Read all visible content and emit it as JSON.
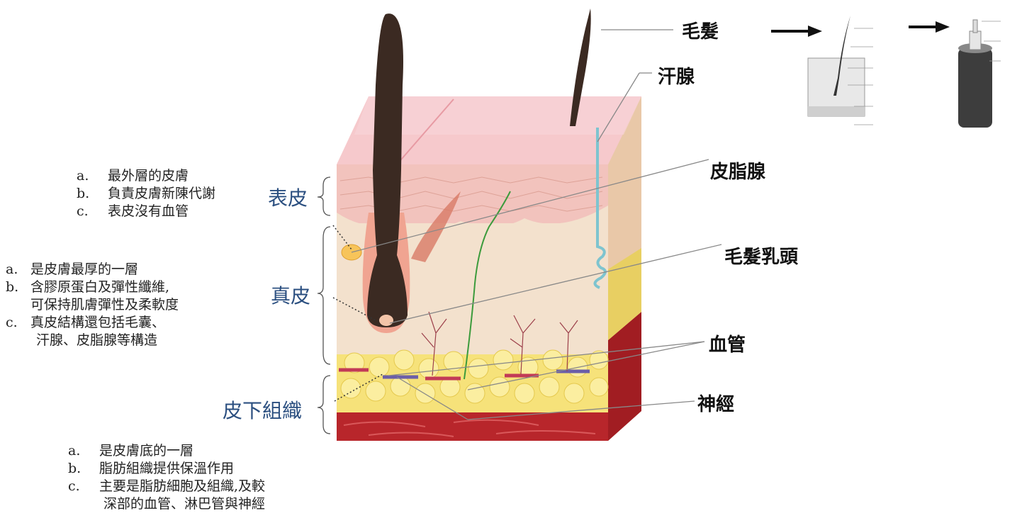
{
  "layers": {
    "epidermis": {
      "label": "表皮",
      "notes": [
        {
          "marker": "a.",
          "text": "最外層的皮膚"
        },
        {
          "marker": "b.",
          "text": "負責皮膚新陳代謝"
        },
        {
          "marker": "c.",
          "text": "表皮沒有血管"
        }
      ]
    },
    "dermis": {
      "label": "真皮",
      "notes": [
        {
          "marker": "a.",
          "text": "是皮膚最厚的一層"
        },
        {
          "marker": "b.",
          "text": "含膠原蛋白及彈性纖維,"
        },
        {
          "marker": "",
          "text": "可保持肌膚彈性及柔軟度"
        },
        {
          "marker": "c.",
          "text": "真皮結構還包括毛囊、"
        },
        {
          "marker": "",
          "text": "汗腺、皮脂腺等構造"
        }
      ]
    },
    "subcutaneous": {
      "label": "皮下組織",
      "notes": [
        {
          "marker": "a.",
          "text": "是皮膚底的一層"
        },
        {
          "marker": "b.",
          "text": "脂肪組織提供保溫作用"
        },
        {
          "marker": "c.",
          "text": "主要是脂肪細胞及組織,及較"
        },
        {
          "marker": "",
          "text": "深部的血管、淋巴管與神經"
        }
      ]
    }
  },
  "callouts": {
    "hair": "毛髮",
    "sweat_gland": "汗腺",
    "sebaceous_gland": "皮脂腺",
    "hair_papilla": "毛髮乳頭",
    "blood_vessel": "血管",
    "nerve": "神經"
  },
  "colors": {
    "layer_label": "#2b4f80",
    "epidermis_top": "#f6c9cc",
    "dermis": "#f3e1cd",
    "fat": "#f6e27a",
    "muscle": "#b8262b",
    "hair": "#3b2a22"
  }
}
